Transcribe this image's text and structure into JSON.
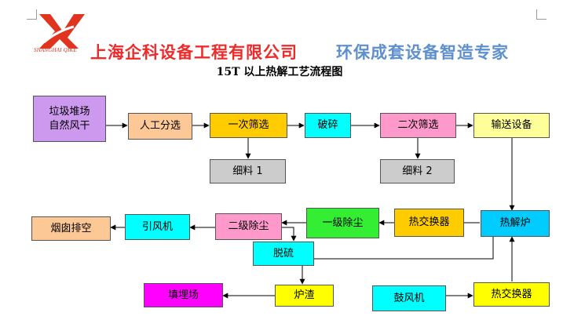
{
  "header": {
    "logo_text": "SHANGHAI QIKE",
    "company": "上海企科设备工程有限公司",
    "slogan": "环保成套设备智造专家",
    "title": "15T 以上热解工艺流程图"
  },
  "colors": {
    "logo_red": "#e0341e",
    "company_red": "#ee2b2b",
    "slogan_blue": "#5e8fce",
    "purple": "#cc99ee",
    "peach": "#fcc896",
    "gold": "#ffcc00",
    "cyan": "#00ffff",
    "pink": "#ff99cc",
    "light_yellow": "#ffff99",
    "gray": "#cccccc",
    "green": "#33ee33",
    "sky_blue": "#00ccff",
    "magenta": "#ff00ff",
    "yellow": "#ffff00"
  },
  "diagram": {
    "nodes": {
      "garbage_yard": {
        "label": "垃圾堆场\n自然风干",
        "color": "#cc99ee"
      },
      "manual_sort": {
        "label": "人工分选",
        "color": "#fcc896"
      },
      "screen_1": {
        "label": "一次筛选",
        "color": "#ffcc00"
      },
      "crush": {
        "label": "破碎",
        "color": "#00ffff"
      },
      "screen_2": {
        "label": "二次筛选",
        "color": "#ff99cc"
      },
      "conveyor": {
        "label": "输送设备",
        "color": "#ffff99"
      },
      "fines_1": {
        "label": "细料 1",
        "color": "#cccccc"
      },
      "fines_2": {
        "label": "细料 2",
        "color": "#cccccc"
      },
      "pyrolysis_furnace": {
        "label": "热解炉",
        "color": "#00ccff"
      },
      "heat_exchanger_1": {
        "label": "热交换器",
        "color": "#ffcc00"
      },
      "dust_1": {
        "label": "一级除尘",
        "color": "#33ee33"
      },
      "dust_2": {
        "label": "二级除尘",
        "color": "#ff99cc"
      },
      "induced_fan": {
        "label": "引风机",
        "color": "#00ffff"
      },
      "chimney": {
        "label": "烟囱排空",
        "color": "#fcc896"
      },
      "desulfurization": {
        "label": "脱硫",
        "color": "#00ffff"
      },
      "slag": {
        "label": "炉渣",
        "color": "#ffff00"
      },
      "landfill": {
        "label": "填埋场",
        "color": "#ff00ff"
      },
      "blower": {
        "label": "鼓风机",
        "color": "#00ffff"
      },
      "heat_exchanger_2": {
        "label": "热交换器",
        "color": "#ffff00"
      }
    },
    "edges": [
      [
        "garbage_yard",
        "manual_sort"
      ],
      [
        "manual_sort",
        "screen_1"
      ],
      [
        "screen_1",
        "crush"
      ],
      [
        "crush",
        "screen_2"
      ],
      [
        "screen_2",
        "conveyor"
      ],
      [
        "screen_1",
        "fines_1"
      ],
      [
        "screen_2",
        "fines_2"
      ],
      [
        "conveyor",
        "pyrolysis_furnace"
      ],
      [
        "pyrolysis_furnace",
        "heat_exchanger_1"
      ],
      [
        "heat_exchanger_1",
        "dust_1"
      ],
      [
        "dust_1",
        "dust_2"
      ],
      [
        "dust_2",
        "induced_fan"
      ],
      [
        "induced_fan",
        "chimney"
      ],
      [
        "dust_2",
        "desulfurization"
      ],
      [
        "pyrolysis_furnace",
        "desulfurization"
      ],
      [
        "desulfurization",
        "slag"
      ],
      [
        "slag",
        "landfill"
      ],
      [
        "blower",
        "heat_exchanger_2"
      ],
      [
        "heat_exchanger_2",
        "pyrolysis_furnace"
      ]
    ]
  }
}
